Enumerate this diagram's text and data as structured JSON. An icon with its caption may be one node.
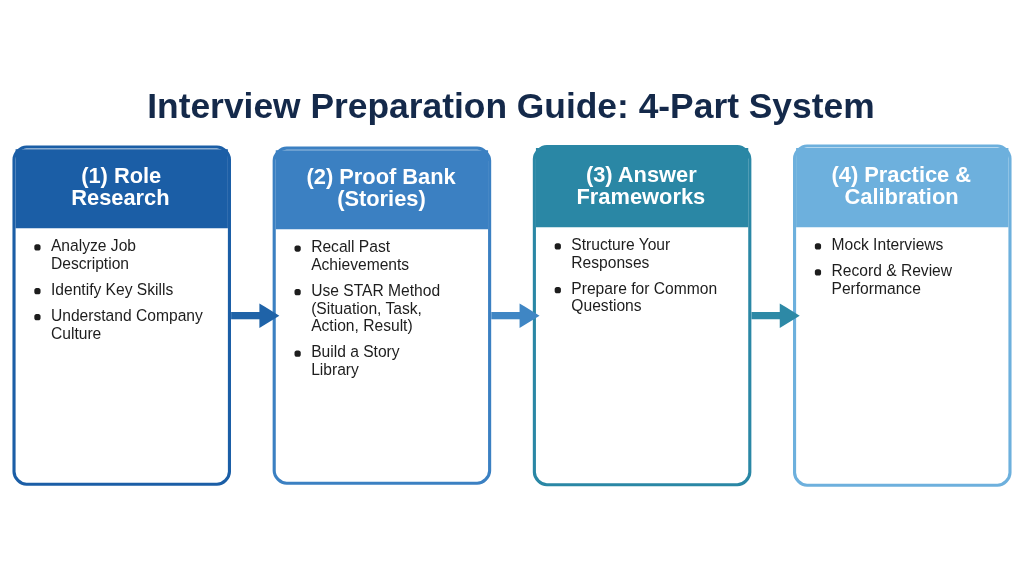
{
  "diagram": {
    "title": "Interview Preparation Guide: 4-Part System",
    "nodes": [
      {
        "text": [
          "(1) Role Research",
          "Analyze Job Description",
          "Identify Key Skills",
          "Understand Company Culture"
        ]
      },
      {
        "text": [
          "(2) Proof Bank (Stories)",
          "Recall Past Achievements",
          "Use STAR Method (Situation, Task, Action, Result)",
          "Build a Story Library"
        ]
      },
      {
        "text": [
          "(3) Answer Frameworks",
          "Structure Your Responses",
          "Prepare for Common Questions"
        ]
      },
      {
        "text": [
          "(4) Practice & Calibration",
          "Mock Interviews",
          "Record & Review Performance"
        ]
      }
    ],
    "edges": [
      {
        "from": 0,
        "to": 1,
        "arrow": "to",
        "color": "#1f63a8"
      },
      {
        "from": 1,
        "to": 2,
        "arrow": "to",
        "color": "#3f86c4"
      },
      {
        "from": 2,
        "to": 3,
        "arrow": "to",
        "color": "#2d89a6"
      }
    ]
  }
}
